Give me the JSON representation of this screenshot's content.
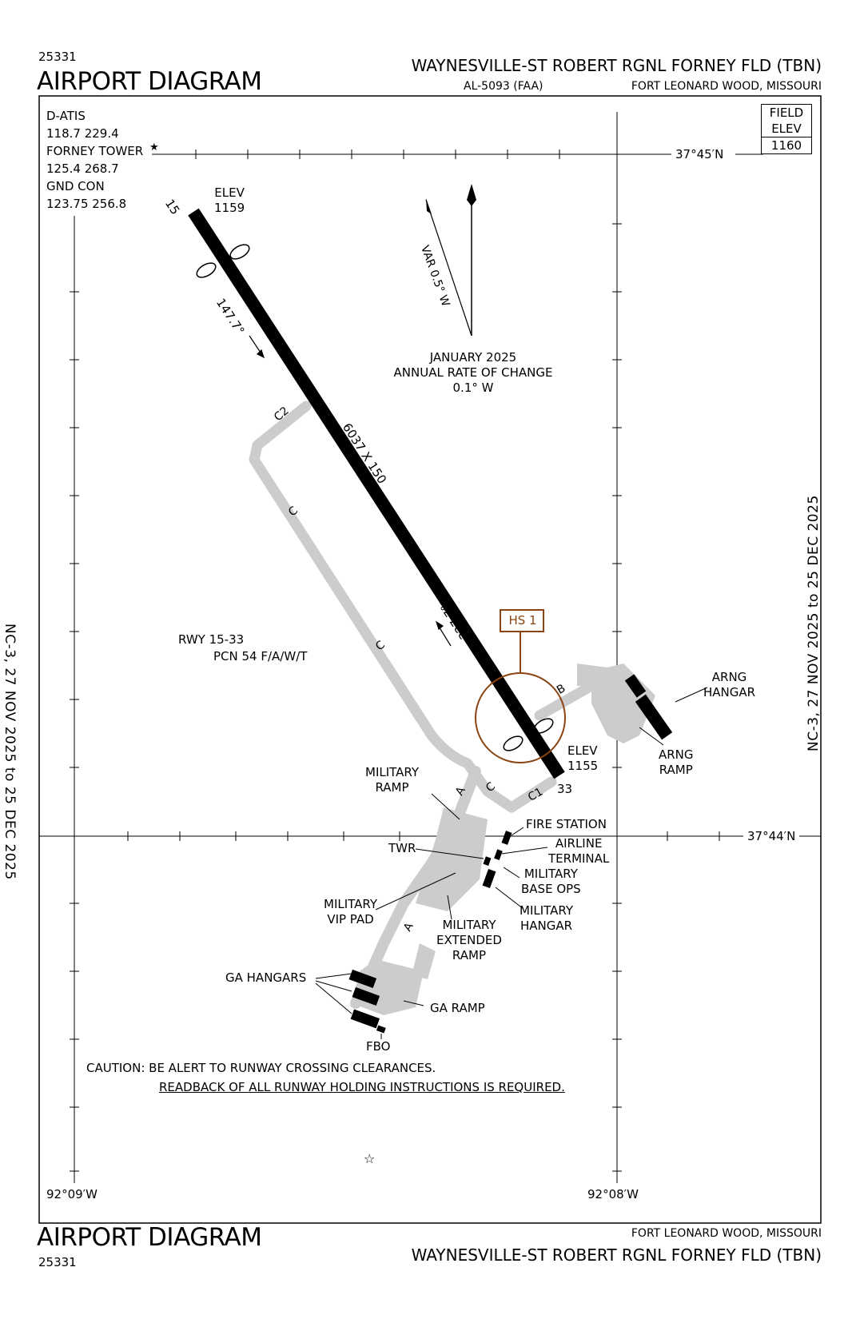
{
  "header": {
    "chart_number": "25331",
    "diagram_title": "AIRPORT DIAGRAM",
    "airport_name": "WAYNESVILLE-ST ROBERT RGNL FORNEY FLD (TBN)",
    "procedure_id": "AL-5093 (FAA)",
    "city_state": "FORT LEONARD WOOD, MISSOURI"
  },
  "footer": {
    "chart_number": "25331",
    "diagram_title": "AIRPORT DIAGRAM",
    "airport_name": "WAYNESVILLE-ST ROBERT RGNL FORNEY FLD (TBN)",
    "city_state": "FORT LEONARD WOOD, MISSOURI"
  },
  "validity": {
    "left": "NC-3, 27 NOV 2025 to 25 DEC 2025",
    "right": "NC-3, 27 NOV 2025 to 25 DEC 2025"
  },
  "frequencies": {
    "atis_label": "D-ATIS",
    "atis_freqs": "118.7  229.4",
    "tower_label": "FORNEY TOWER",
    "tower_freqs": "125.4  268.7",
    "gnd_label": "GND CON",
    "gnd_freqs": "123.75  256.8"
  },
  "field_elev": {
    "line1": "FIELD",
    "line2": "ELEV",
    "value": "1160"
  },
  "coordinates": {
    "lat_north": "37°45′N",
    "lat_south": "37°44′N",
    "lon_west": "92°09′W",
    "lon_east": "92°08′W"
  },
  "magnetic": {
    "variation": "VAR 0.5° W",
    "rate_line1": "JANUARY 2025",
    "rate_line2": "ANNUAL RATE OF CHANGE",
    "rate_line3": "0.1° W"
  },
  "runway": {
    "end_north": "15",
    "end_south": "33",
    "elev_label": "ELEV",
    "elev_north": "1159",
    "elev_south": "1155",
    "dimensions": "6037 X 150",
    "heading_north": "147.7°",
    "heading_south": "327.7°",
    "info_line1": "RWY 15-33",
    "info_line2": "PCN 54 F/A/W/T"
  },
  "taxiways": {
    "c2": "C2",
    "c": "C",
    "c1": "C1",
    "a": "A",
    "b": "B"
  },
  "hot_spot": "HS 1",
  "labels": {
    "arng_hangar_1": "ARNG",
    "arng_hangar_2": "HANGAR",
    "arng_ramp_1": "ARNG",
    "arng_ramp_2": "RAMP",
    "military_ramp_1": "MILITARY",
    "military_ramp_2": "RAMP",
    "fire_station": "FIRE STATION",
    "twr": "TWR",
    "airline_1": "AIRLINE",
    "airline_2": "TERMINAL",
    "mil_base_ops_1": "MILITARY",
    "mil_base_ops_2": "BASE OPS",
    "mil_hangar_1": "MILITARY",
    "mil_hangar_2": "HANGAR",
    "mil_vip_1": "MILITARY",
    "mil_vip_2": "VIP PAD",
    "mil_ext_1": "MILITARY",
    "mil_ext_2": "EXTENDED",
    "mil_ext_3": "RAMP",
    "ga_hangars": "GA HANGARS",
    "ga_ramp": "GA RAMP",
    "fbo": "FBO"
  },
  "caution": {
    "line1": "CAUTION: BE ALERT TO RUNWAY CROSSING CLEARANCES.",
    "line2": "READBACK OF ALL RUNWAY HOLDING INSTRUCTIONS IS REQUIRED."
  },
  "colors": {
    "hot_spot": "#8B4513",
    "taxiway": "#cccccc",
    "runway": "#000000"
  }
}
